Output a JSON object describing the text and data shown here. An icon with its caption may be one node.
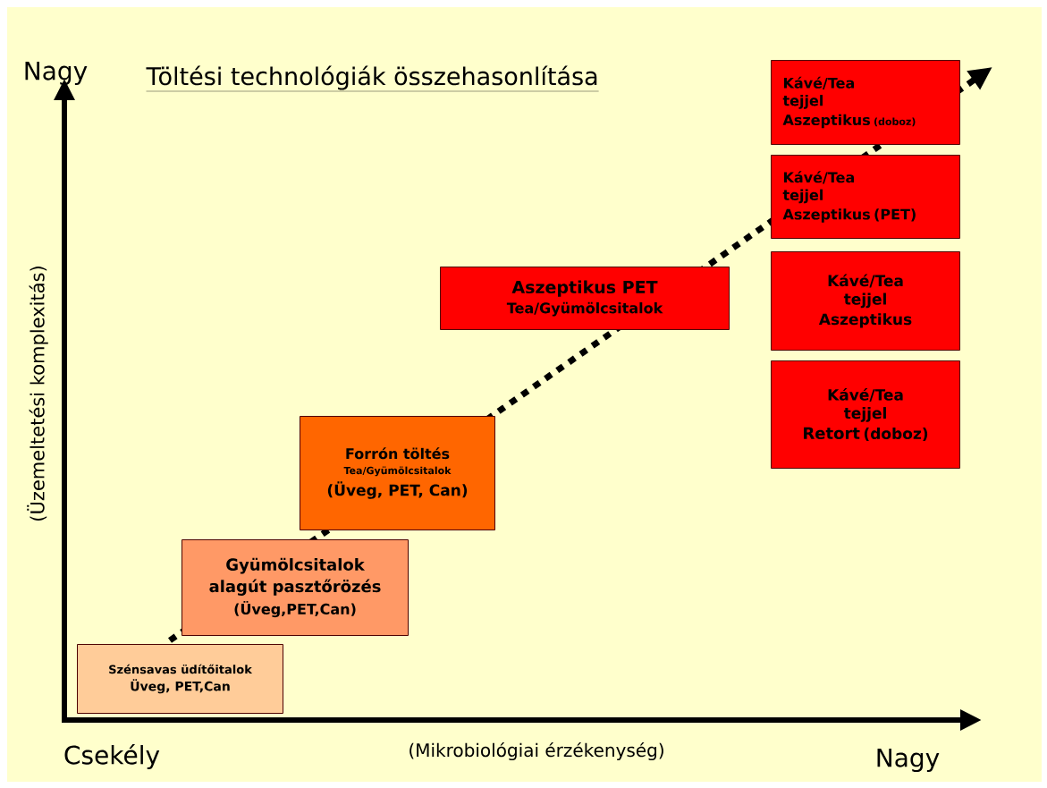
{
  "diagram": {
    "title": "Töltési technológiák összehasonlítása",
    "nodes": [
      {
        "text": [
          "Szénsavas üdítőitalok",
          "Üveg, PET,Can"
        ]
      },
      {
        "text": [
          "Gyümölcsitalok",
          "alagút pasztőrözés",
          "(Üveg,PET,Can)"
        ]
      },
      {
        "text": [
          "Forrón töltés",
          "Tea/Gyümölcsitalok",
          "(Üveg, PET, Can)"
        ]
      },
      {
        "text": [
          "Aszeptikus PET",
          "Tea/Gyümölcsitalok"
        ]
      },
      {
        "text": [
          "Kávé/Tea",
          "tejjel",
          "Aszeptikus",
          "(doboz)"
        ]
      },
      {
        "text": [
          "Kávé/Tea",
          "tejjel",
          "Aszeptikus (PET)"
        ]
      },
      {
        "text": [
          "Kávé/Tea",
          "tejjel",
          "Aszeptikus"
        ]
      },
      {
        "text": [
          "Kávé/Tea",
          "tejjel",
          "Retort",
          "(doboz)"
        ]
      }
    ],
    "labels": [
      "Nagy",
      "(Üzemeltetési komplexitás)",
      "Csekély",
      "(Mikrobiológiai érzékenység)",
      "Nagy"
    ]
  }
}
